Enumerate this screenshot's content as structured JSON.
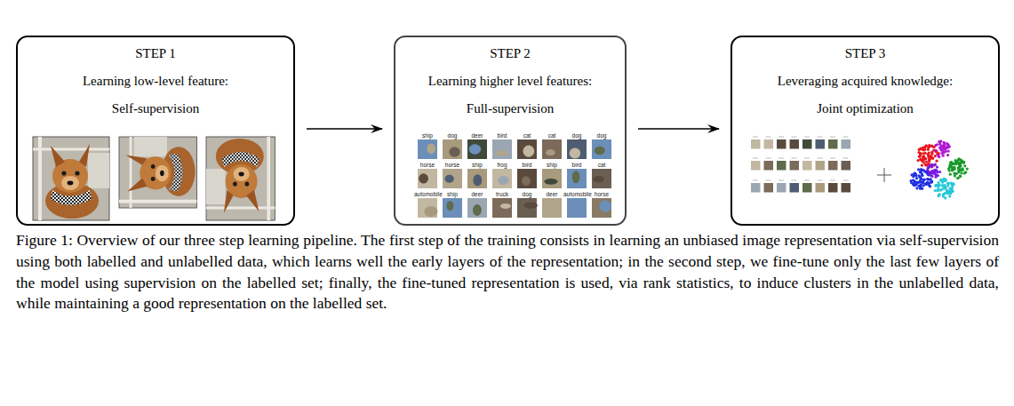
{
  "diagram": {
    "caption": "Figure 1: Overview of our three step learning pipeline. The first step of the training consists in learning an unbiased image representation via self-supervision using both labelled and unlabelled data, which learns well the early layers of the representation; in the second step, we fine-tune only the last few layers of the model using supervision on the labelled set; finally, the fine-tuned representation is used, via rank statistics, to induce clusters in the unlabelled data, while maintaining a good representation on the labelled set.",
    "nodes": [
      {
        "text": [
          "STEP 1",
          "Learning low-level feature:",
          "Self-supervision"
        ]
      },
      {
        "text": [
          "STEP 2",
          "Learning higher level features:",
          "Full-supervision"
        ]
      },
      {
        "text": [
          "STEP 3",
          "Leveraging acquired knowledge:",
          "Joint optimization"
        ]
      }
    ],
    "edges": [
      {
        "from": 0,
        "to": 1,
        "arrow": "to"
      },
      {
        "from": 1,
        "to": 2,
        "arrow": "to"
      }
    ],
    "labels": [
      "ship",
      "dog",
      "deer",
      "bird",
      "cat",
      "cat",
      "dog",
      "dog",
      "horse",
      "horse",
      "ship",
      "frog",
      "bird",
      "ship",
      "bird",
      "cat",
      "automobile",
      "ship",
      "deer",
      "truck",
      "dog",
      "deer",
      "automobile",
      "horse"
    ]
  }
}
